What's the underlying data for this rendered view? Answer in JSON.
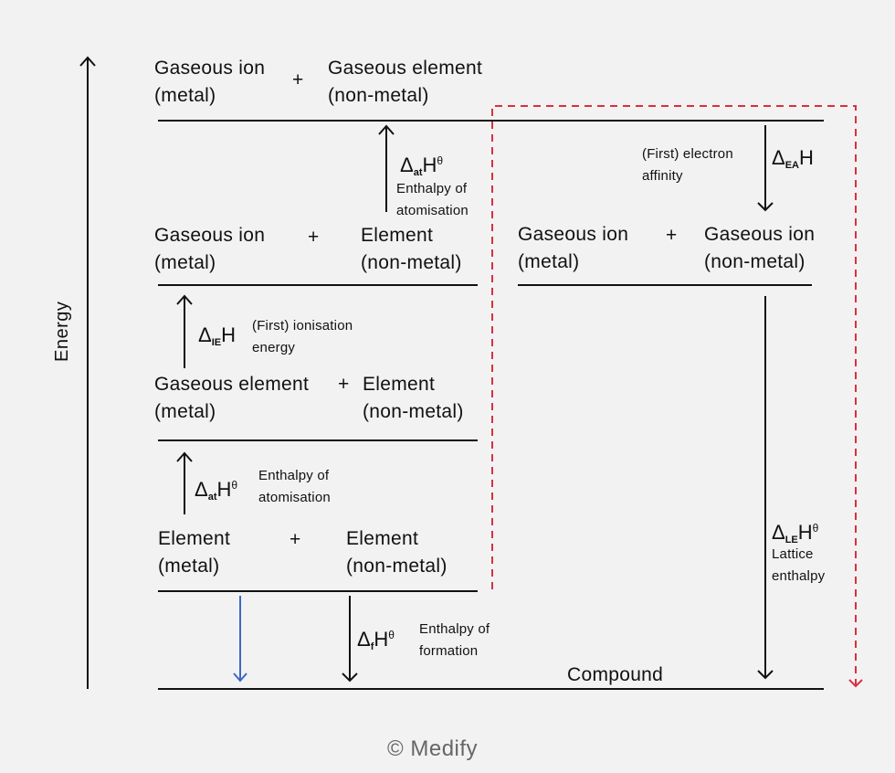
{
  "axis": {
    "label": "Energy"
  },
  "levels": {
    "top": {
      "left_line1": "Gaseous ion",
      "left_line2": "(metal)",
      "plus": "+",
      "right_line1": "Gaseous element",
      "right_line2": "(non-metal)"
    },
    "gas_ion_elem": {
      "left_line1": "Gaseous ion",
      "left_line2": "(metal)",
      "plus": "+",
      "right_line1": "Element",
      "right_line2": "(non-metal)"
    },
    "gas_elem_elem": {
      "left_line1": "Gaseous element",
      "left_line2": "(metal)",
      "plus": "+",
      "right_line1": "Element",
      "right_line2": "(non-metal)"
    },
    "elem_elem": {
      "left_line1": "Element",
      "left_line2": "(metal)",
      "plus": "+",
      "right_line1": "Element",
      "right_line2": "(non-metal)"
    },
    "gas_ions": {
      "left_line1": "Gaseous ion",
      "left_line2": "(metal)",
      "plus": "+",
      "right_line1": "Gaseous ion",
      "right_line2": "(non-metal)"
    },
    "compound": {
      "label": "Compound"
    }
  },
  "transitions": {
    "atomisation_nonmetal": {
      "delta": "Δ",
      "sub": "at",
      "main": "H",
      "sup": "θ",
      "desc_line1": "Enthalpy of",
      "desc_line2": "atomisation"
    },
    "ionisation": {
      "delta": "Δ",
      "sub": "IE",
      "main": "H",
      "sup": "",
      "desc_line1": "(First) ionisation",
      "desc_line2": "energy"
    },
    "atomisation_metal": {
      "delta": "Δ",
      "sub": "at",
      "main": "H",
      "sup": "θ",
      "desc_line1": "Enthalpy of",
      "desc_line2": "atomisation"
    },
    "formation": {
      "delta": "Δ",
      "sub": "f",
      "main": "H",
      "sup": "θ",
      "desc_line1": "Enthalpy of",
      "desc_line2": "formation"
    },
    "electron_affinity": {
      "delta": "Δ",
      "sub": "EA",
      "main": "H",
      "sup": "",
      "desc_line1": "(First) electron",
      "desc_line2": "affinity"
    },
    "lattice": {
      "delta": "Δ",
      "sub": "LE",
      "main": "H",
      "sup": "θ",
      "desc_line1": "Lattice",
      "desc_line2": "enthalpy"
    }
  },
  "colors": {
    "line": "#111111",
    "dashed_path": "#d9303e",
    "blue_arrow": "#3b67c4",
    "footer": "#666666"
  },
  "footer": {
    "copyright": "© Medify"
  }
}
